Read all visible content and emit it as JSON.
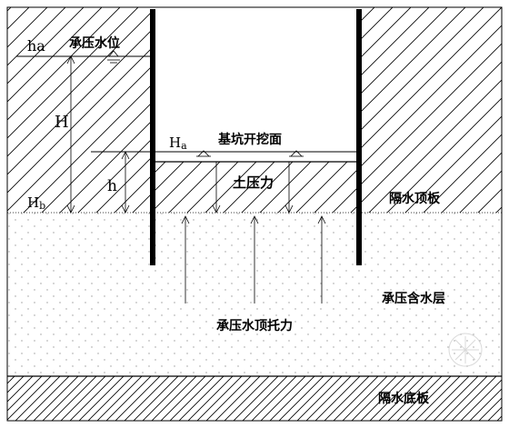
{
  "labels": {
    "ha": "ha",
    "confined_water_level": "承压水位",
    "H": "H",
    "Ha": "Ha",
    "Ha_main": "H",
    "Ha_sub": "a",
    "excavation_surface": "基坑开挖面",
    "h": "h",
    "soil_pressure": "土压力",
    "Hb_main": "H",
    "Hb_sub": "b",
    "aquitard_top": "隔水顶板",
    "confined_aquifer": "承压含水层",
    "uplift_force": "承压水顶托力",
    "aquitard_bottom": "隔水底板"
  },
  "colors": {
    "line": "#000000",
    "hatch": "#000000",
    "dots": "#9a9a9a",
    "background": "#ffffff",
    "watermark": "#d0d0d0"
  }
}
